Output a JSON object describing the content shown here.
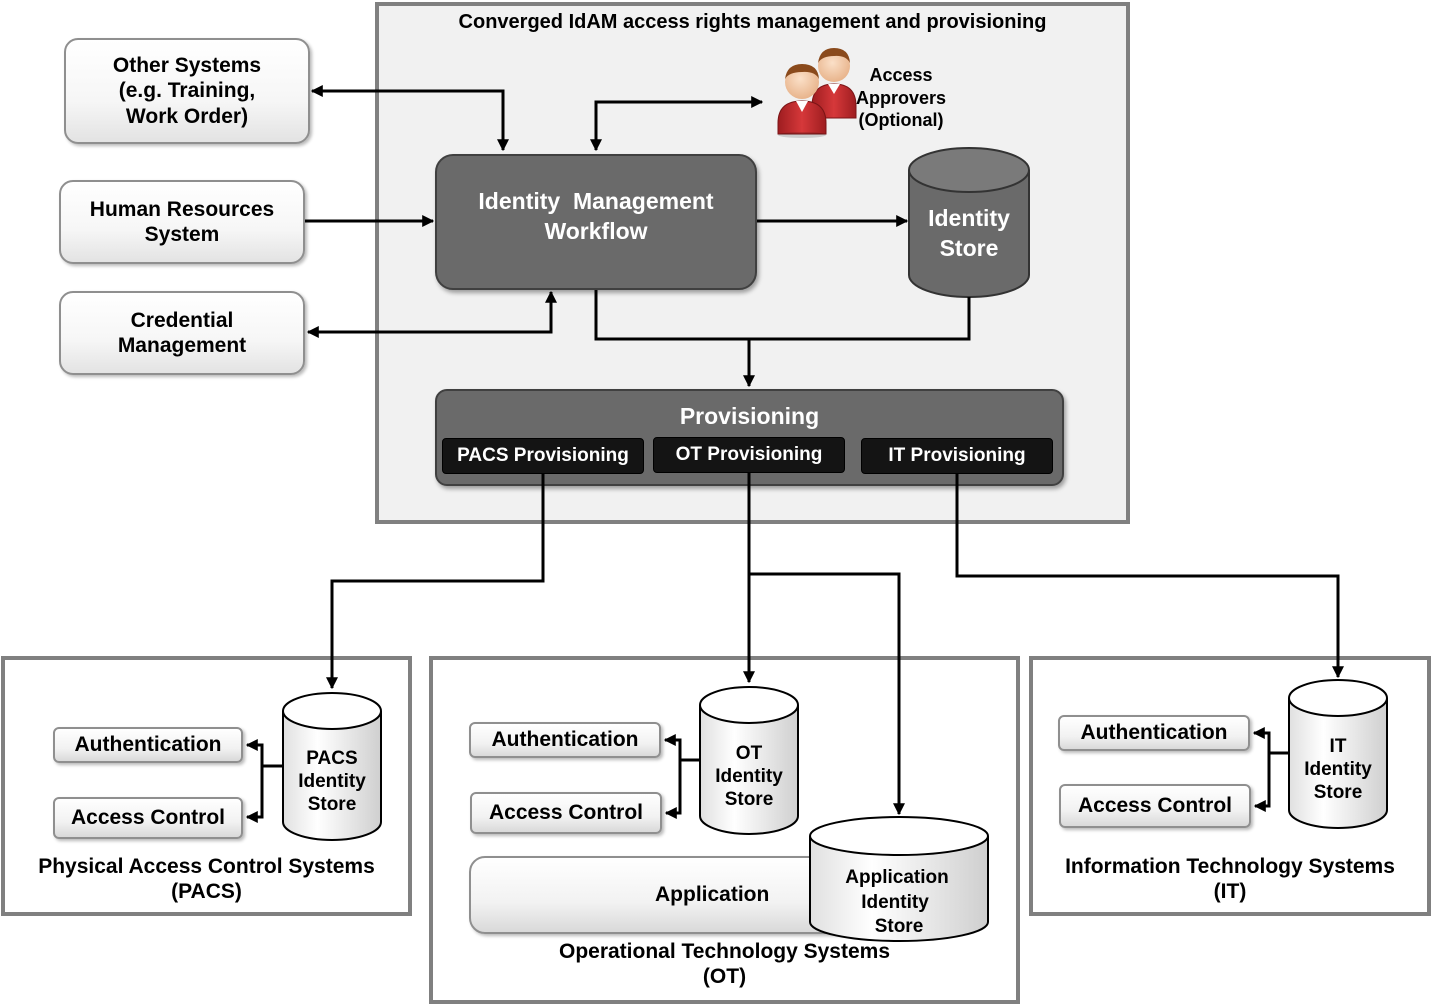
{
  "converged": {
    "title": "Converged IdAM  access rights management and provisioning",
    "approvers": [
      "Access",
      "Approvers",
      "(Optional)"
    ],
    "workflow": [
      "Identity  Management",
      "Workflow"
    ],
    "identity_store": [
      "Identity",
      "Store"
    ],
    "provisioning": {
      "title": "Provisioning",
      "items": [
        "PACS Provisioning",
        "OT Provisioning",
        "IT Provisioning"
      ]
    }
  },
  "external": {
    "other_systems": [
      "Other Systems",
      "(e.g. Training,",
      "Work Order)"
    ],
    "hr_system": [
      "Human Resources",
      "System"
    ],
    "credential": [
      "Credential",
      "Management"
    ]
  },
  "pacs": {
    "authentication": "Authentication",
    "access_control": "Access Control",
    "store": [
      "PACS",
      "Identity",
      "Store"
    ],
    "caption": [
      "Physical Access Control Systems",
      "(PACS)"
    ]
  },
  "ot": {
    "authentication": "Authentication",
    "access_control": "Access Control",
    "store": [
      "OT",
      "Identity",
      "Store"
    ],
    "application": "Application",
    "app_store": [
      "Application",
      "Identity",
      "Store"
    ],
    "caption": [
      "Operational Technology Systems",
      "(OT)"
    ]
  },
  "it": {
    "authentication": "Authentication",
    "access_control": "Access Control",
    "store": [
      "IT",
      "Identity",
      "Store"
    ],
    "caption": [
      "Information Technology Systems",
      "(IT)"
    ]
  },
  "colors": {
    "frame": "#808080",
    "dark_box": "#6a6a6a",
    "cylinder": "#6a6a6a",
    "sub_provisioning": "#141414",
    "person_shirt": "#c0282b"
  }
}
